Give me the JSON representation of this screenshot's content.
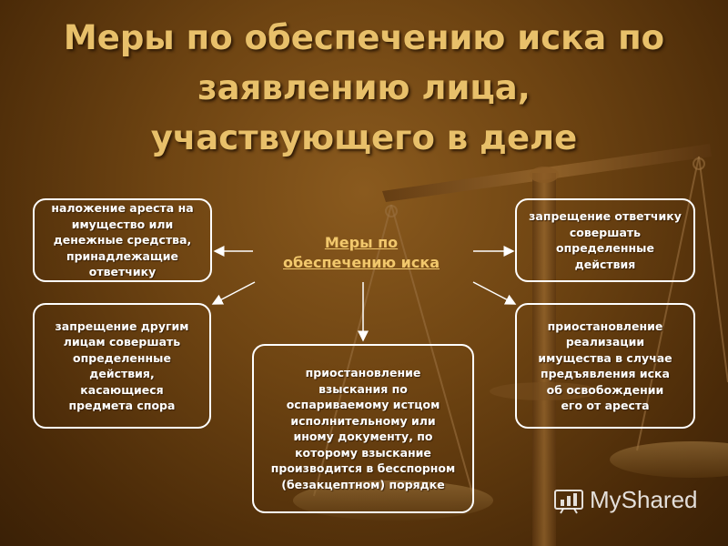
{
  "title": {
    "line1": "Меры по обеспечению иска по",
    "line2": "заявлению лица,",
    "line3": "участвующего в деле"
  },
  "center": {
    "label": "Меры по\nобеспечению иска"
  },
  "boxes": {
    "top_left": "наложение ареста на\nимущество или\nденежные средства,\nпринадлежащие\nответчику",
    "mid_left": "запрещение другим\nлицам совершать\nопределенные\nдействия,\nкасающиеся\nпредмета спора",
    "top_right": "запрещение ответчику\nсовершать\nопределенные\nдействия",
    "mid_right": "приостановление\nреализации\nимущества в случае\nпредъявления иска\nоб освобождении\nего от ареста",
    "bottom": "приостановление\nвзыскания по\nоспариваемому истцом\nисполнительному или\nиному документу, по\nкоторому взыскание\nпроизводится в бесспорном\n(безакцептном) порядке"
  },
  "watermark": {
    "text": "MyShared"
  },
  "colors": {
    "title": "#e8c06a",
    "center_label": "#f2c86c",
    "box_border": "#ffffff",
    "background": "#6e4412"
  }
}
